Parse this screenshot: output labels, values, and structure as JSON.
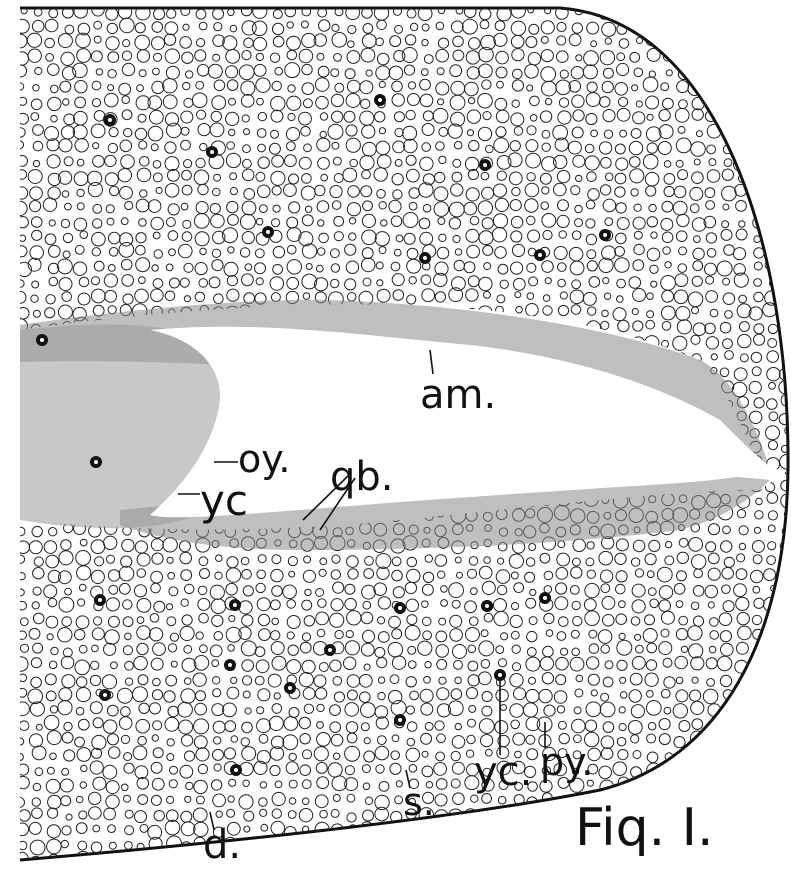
{
  "figure": {
    "caption": "Fiq. I.",
    "colors": {
      "ink": "#111111",
      "paper": "#ffffff",
      "stipple": "#8a8a8a"
    }
  },
  "labels": {
    "am": "am.",
    "oy": "oy.",
    "yc_left": "yc",
    "qb": "qb.",
    "yc_right": "yc.",
    "py": "py.",
    "s": "s.",
    "d": "d."
  }
}
